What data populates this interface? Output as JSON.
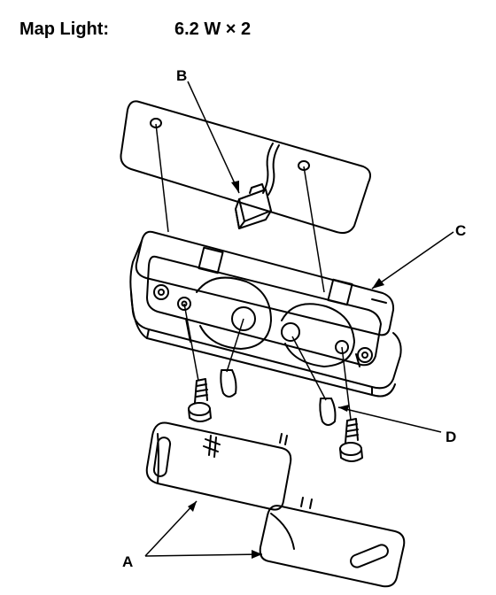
{
  "title": {
    "label": "Map Light:",
    "value": "6.2 W × 2"
  },
  "callouts": {
    "a": "A",
    "b": "B",
    "c": "C",
    "d": "D"
  },
  "colors": {
    "ink": "#000000",
    "background": "#ffffff"
  }
}
